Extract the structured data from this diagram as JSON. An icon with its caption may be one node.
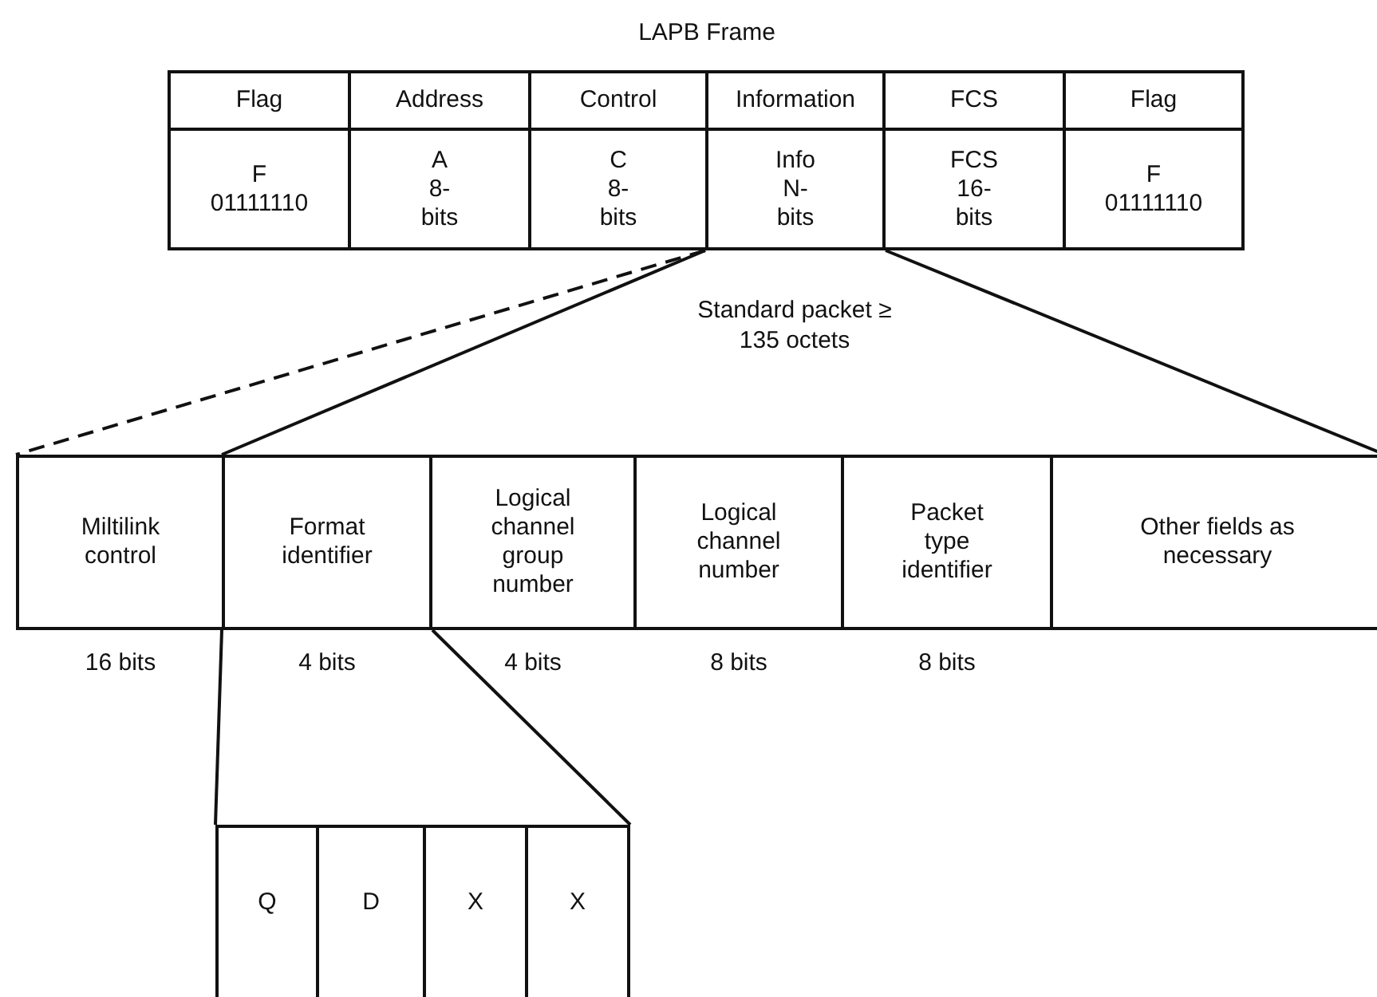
{
  "diagram": {
    "title": "LAPB Frame",
    "nodes": [
      {
        "text": [
          "Flag"
        ]
      },
      {
        "text": [
          "Address"
        ]
      },
      {
        "text": [
          "Control"
        ]
      },
      {
        "text": [
          "Information"
        ]
      },
      {
        "text": [
          "FCS"
        ]
      },
      {
        "text": [
          "Flag"
        ]
      },
      {
        "text": [
          "F 01111110"
        ]
      },
      {
        "text": [
          "A 8-bits"
        ]
      },
      {
        "text": [
          "C 8-bits"
        ]
      },
      {
        "text": [
          "Info N-bits"
        ]
      },
      {
        "text": [
          "FCS 16-bits"
        ]
      },
      {
        "text": [
          "F 01111110"
        ]
      },
      {
        "text": [
          "Miltilink control"
        ],
        "beside": [
          "16 bits"
        ]
      },
      {
        "text": [
          "Format identifier"
        ],
        "beside": [
          "4 bits"
        ]
      },
      {
        "text": [
          "Logical channel group number"
        ],
        "beside": [
          "4 bits"
        ]
      },
      {
        "text": [
          "Logical channel number"
        ],
        "beside": [
          "8 bits"
        ]
      },
      {
        "text": [
          "Packet type identifier"
        ],
        "beside": [
          "8 bits"
        ]
      },
      {
        "text": [
          "Other fields as necessary"
        ]
      },
      {
        "text": [
          "Q"
        ]
      },
      {
        "text": [
          "D"
        ]
      },
      {
        "text": [
          "X"
        ]
      },
      {
        "text": [
          "X"
        ]
      }
    ],
    "edges": [
      {
        "from": 9,
        "to": 12,
        "arrow": "none",
        "style": "dashed"
      },
      {
        "from": 9,
        "to": 13,
        "arrow": "none"
      },
      {
        "from": 9,
        "to": 17,
        "arrow": "none"
      },
      {
        "from": 13,
        "to": 18,
        "arrow": "none"
      },
      {
        "from": 13,
        "to": 21,
        "arrow": "none"
      }
    ],
    "labels": [
      "Standard packet ≥ 135 octets"
    ]
  }
}
